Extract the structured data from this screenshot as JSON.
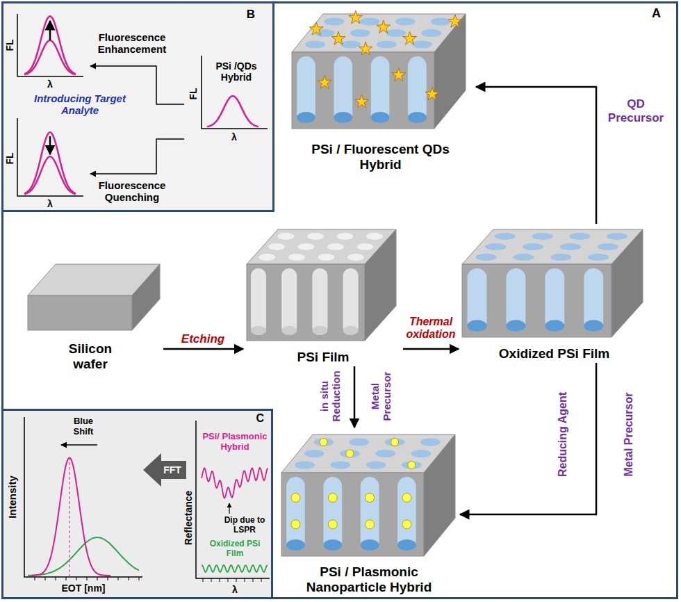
{
  "diagram": {
    "nodes": [
      {
        "text": [
          "A"
        ]
      },
      {
        "text": [
          "B"
        ],
        "in": 0
      },
      {
        "text": [
          "PSi / Fluorescent QDs Hybrid"
        ],
        "in": 0
      },
      {
        "text": [
          "Silicon wafer"
        ],
        "in": 0
      },
      {
        "text": [
          "PSi Film"
        ],
        "in": 0
      },
      {
        "text": [
          "Oxidized PSi Film"
        ],
        "in": 0
      },
      {
        "text": [
          "C"
        ],
        "in": 0
      },
      {
        "text": [
          "PSi / Plasmonic Nanoparticle Hybrid"
        ],
        "in": 0
      }
    ],
    "edges": [
      {
        "from": 3,
        "to": 4,
        "arrow": "to",
        "label": "Etching"
      },
      {
        "from": 4,
        "to": 5,
        "arrow": "to",
        "label": "Thermal oxidation"
      },
      {
        "from": 5,
        "to": 2,
        "arrow": "to",
        "label": "QD Precursor"
      },
      {
        "from": 5,
        "to": 7,
        "arrow": "to",
        "label": "Metal Precursor"
      },
      {
        "from": 4,
        "to": 7,
        "arrow": "to",
        "label": "Metal Precursor"
      }
    ],
    "labels": [
      "FL",
      "λ",
      "Fluorescence Enhancement",
      "Introducing Target Analyte",
      "PSi /QDs Hybrid",
      "FL",
      "λ",
      "FL",
      "λ",
      "Fluorescence Quenching",
      "Intensity",
      "EOT [nm]",
      "Blue Shift",
      "FFT",
      "Reflectance",
      "PSi/ Plasmonic Hybrid",
      "Dip due to LSPR",
      "Oxidized PSi Film",
      "λ",
      "Reducing Agent",
      "in situ Reduction"
    ]
  }
}
